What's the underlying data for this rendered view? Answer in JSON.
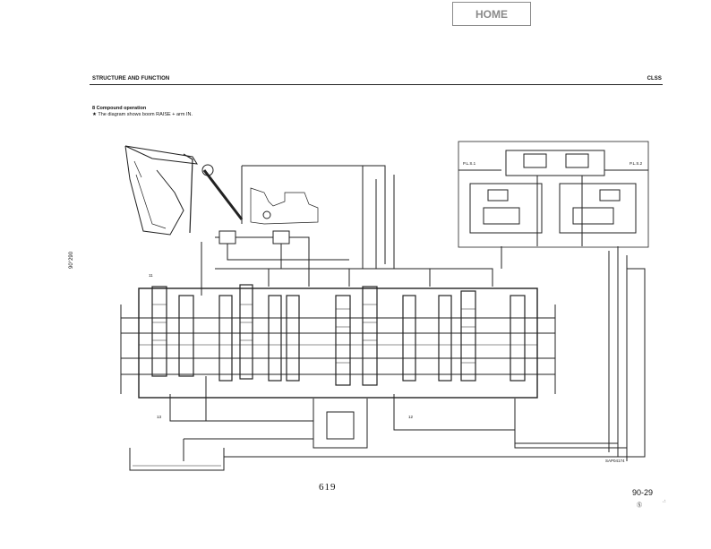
{
  "nav": {
    "home_label": "HOME"
  },
  "header": {
    "left": "STRUCTURE AND FUNCTION",
    "right": "CLSS"
  },
  "section": {
    "line1": "8  Compound operation",
    "line2": "★  The diagram shows boom RAISE + arm IN."
  },
  "side_code": "90°290",
  "diagram_labels": {
    "pls1": "P.L.S.1",
    "pls2": "P.L.S.2",
    "num11a": "11",
    "num13": "13",
    "num12": "12",
    "ref_code": "SAP04174"
  },
  "footer": {
    "page_number": "619",
    "page_code": "90-29",
    "mark": "Ⓢ",
    "mark2": "∴"
  }
}
